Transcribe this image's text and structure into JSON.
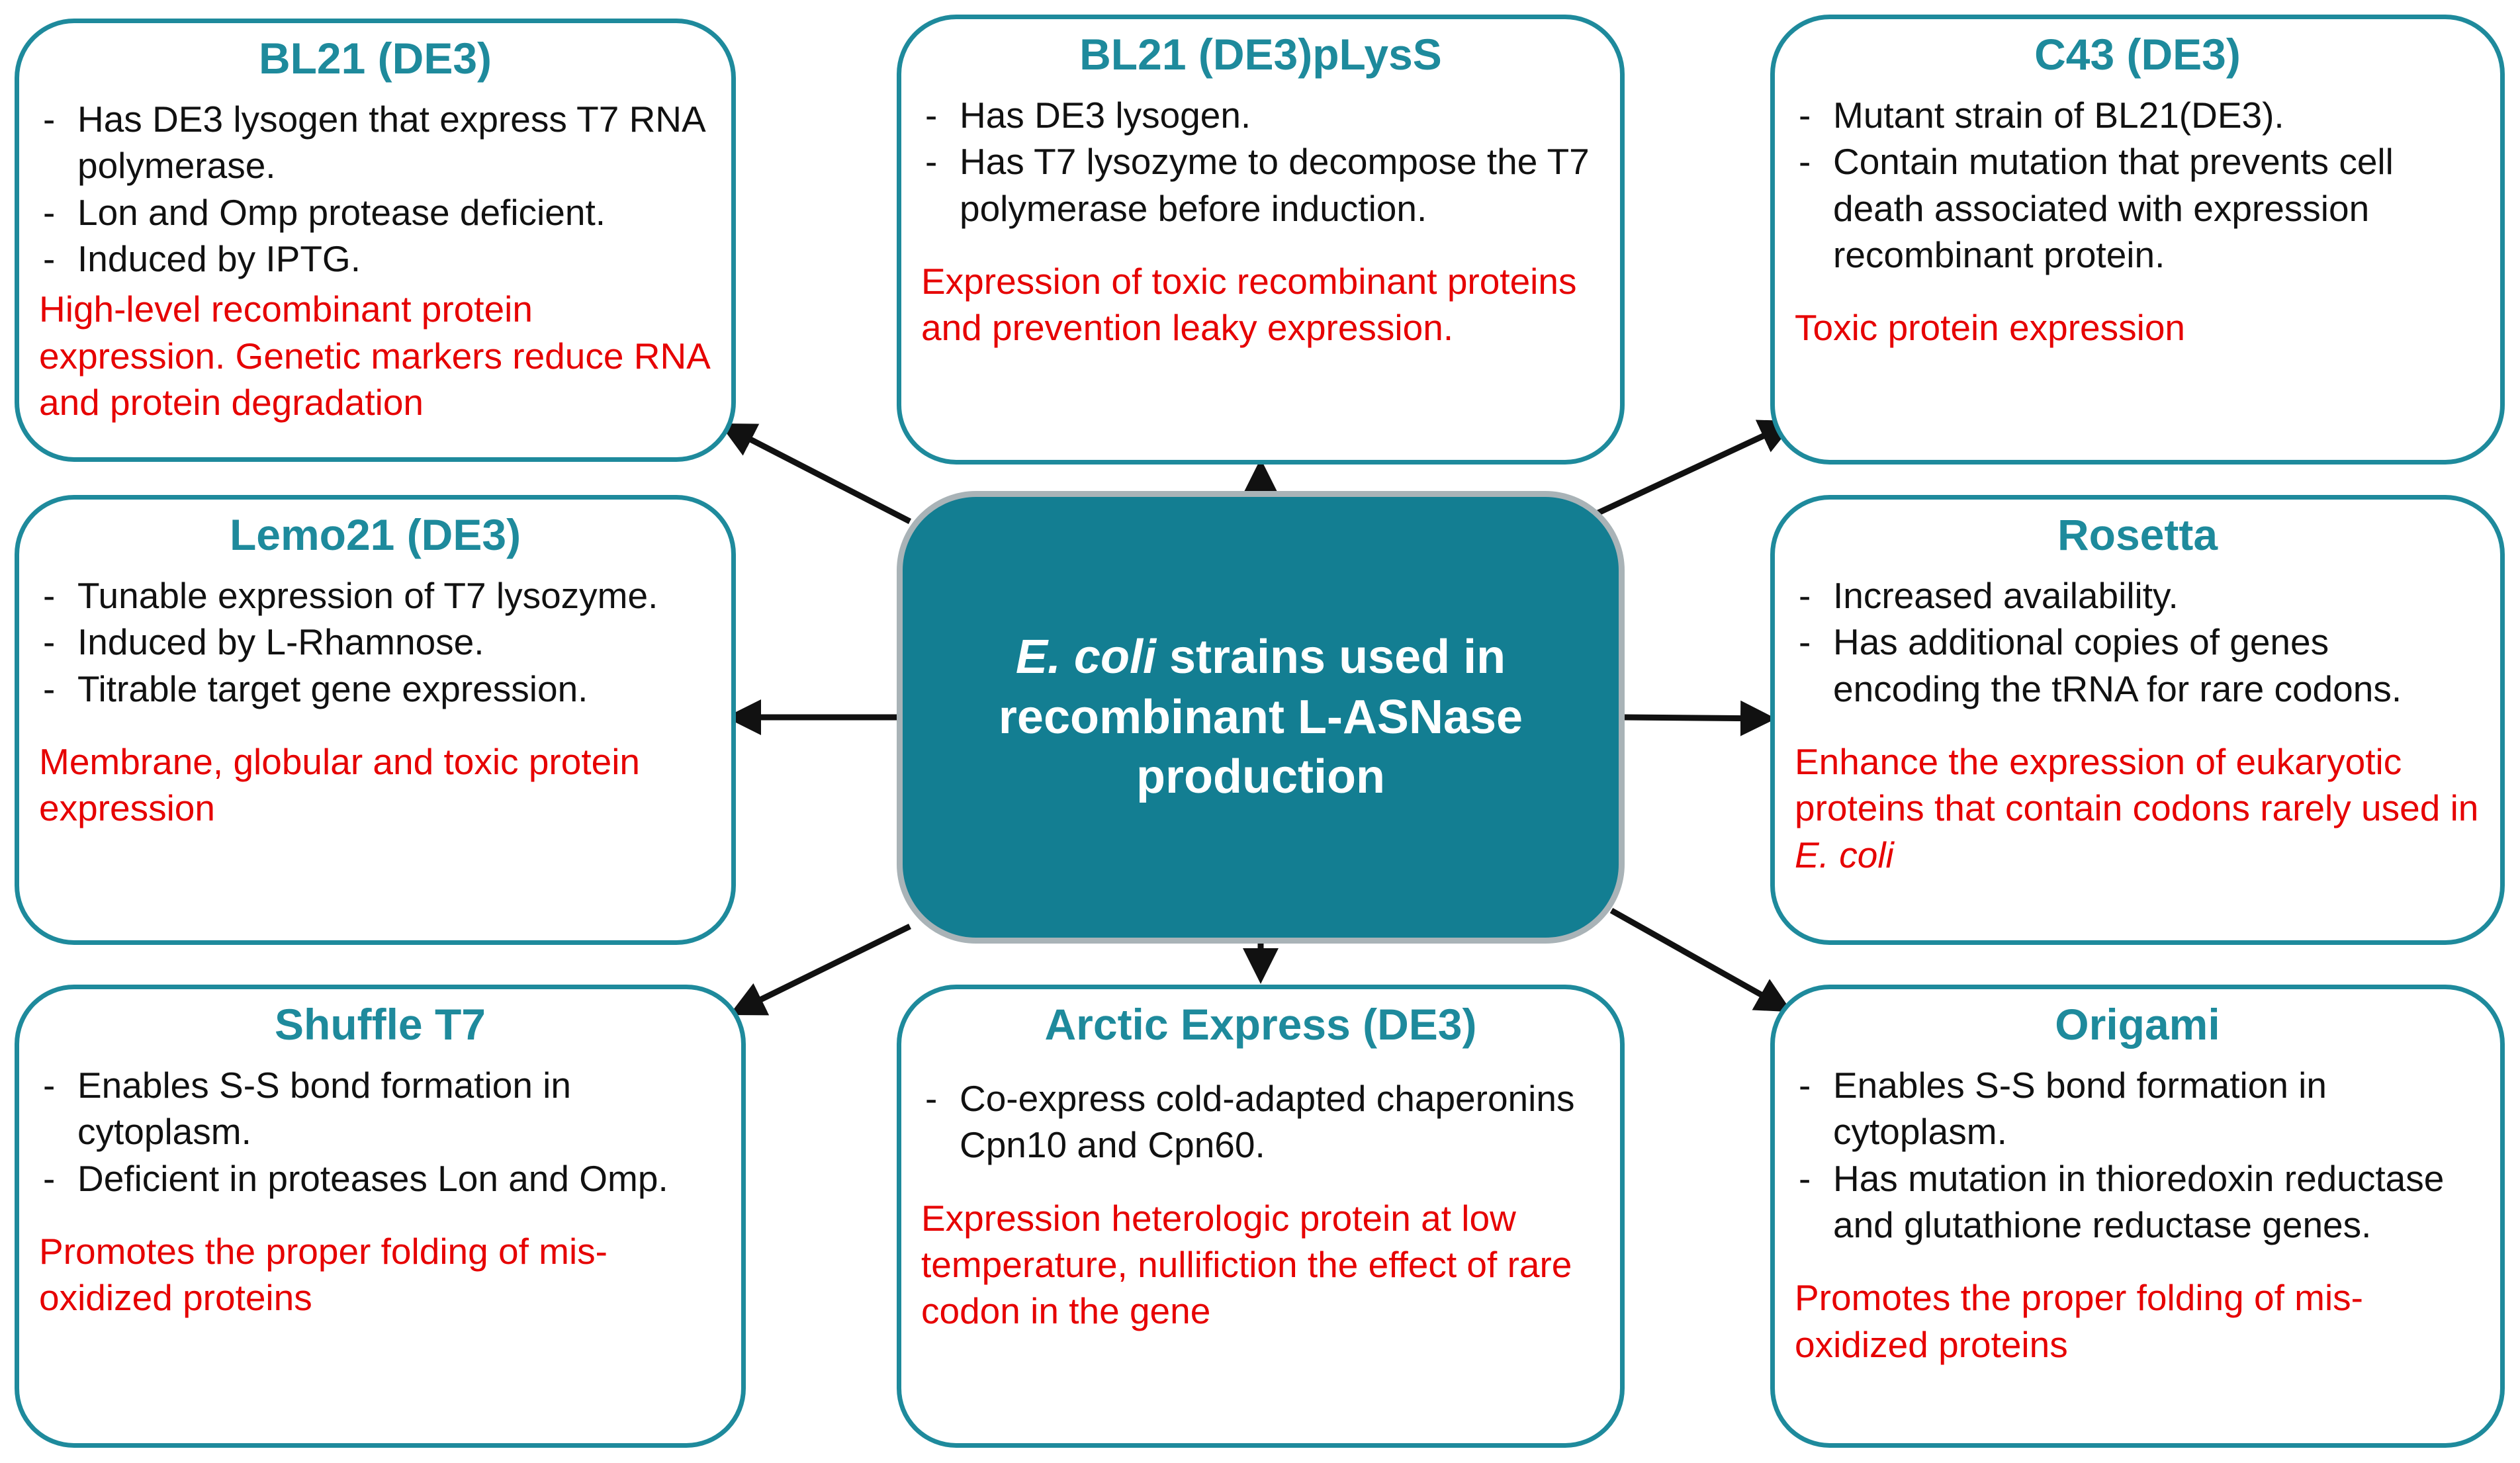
{
  "colors": {
    "box_border": "#1e8a9c",
    "title": "#1e8a9c",
    "note": "#e60000",
    "center_fill": "#137e92",
    "center_border": "#a9b3b7",
    "arrow": "#111111"
  },
  "center": {
    "title_italic": "E. coli",
    "title_rest": " strains used in recombinant L-ASNase production"
  },
  "boxes": {
    "bl21": {
      "title": "BL21 (DE3)",
      "bullets": [
        "Has DE3 lysogen that express  T7 RNA polymerase.",
        "Lon and Omp protease deficient.",
        "Induced by IPTG."
      ],
      "note": "High-level recombinant protein expression. Genetic markers reduce RNA and protein degradation"
    },
    "plyss": {
      "title": "BL21 (DE3)pLysS",
      "bullets": [
        "Has DE3 lysogen.",
        "Has T7 lysozyme to decompose the T7 polymerase before induction."
      ],
      "note": "Expression of toxic recombinant proteins and prevention leaky expression."
    },
    "c43": {
      "title": "C43 (DE3)",
      "bullets": [
        "Mutant strain of BL21(DE3).",
        "Contain mutation that prevents cell death associated with expression recombinant protein."
      ],
      "note": "Toxic protein expression"
    },
    "lemo": {
      "title": "Lemo21 (DE3)",
      "bullets": [
        "Tunable  expression  of  T7 lysozyme.",
        "Induced by L-Rhamnose.",
        "Titrable target gene expression."
      ],
      "note": "Membrane,  globular  and  toxic protein expression"
    },
    "rosetta": {
      "title": "Rosetta",
      "bullets": [
        "Increased availability.",
        "Has additional copies of genes encoding  the tRNA for rare codons."
      ],
      "note": "Enhance  the expression  of eukaryotic proteins  that  contain  codons  rarely used  in ",
      "note_italic": "E. coli"
    },
    "shuffle": {
      "title": "Shuffle T7",
      "bullets": [
        "Enables S-S bond formation in cytoplasm.",
        "Deficient in proteases Lon and Omp."
      ],
      "note": "Promotes the proper folding of mis-oxidized proteins"
    },
    "arctic": {
      "title": "Arctic Express (DE3)",
      "bullets": [
        "Co-express cold-adapted chaperonins Cpn10 and Cpn60."
      ],
      "note": "Expression heterologic protein at low temperature, nullifiction the effect of rare codon in the gene"
    },
    "origami": {
      "title": "Origami",
      "bullets": [
        "Enables S-S bond formation in cytoplasm.",
        "Has mutation in thioredoxin reductase and glutathione reductase genes."
      ],
      "note": "Promotes the proper folding of mis-oxidized proteins"
    }
  }
}
